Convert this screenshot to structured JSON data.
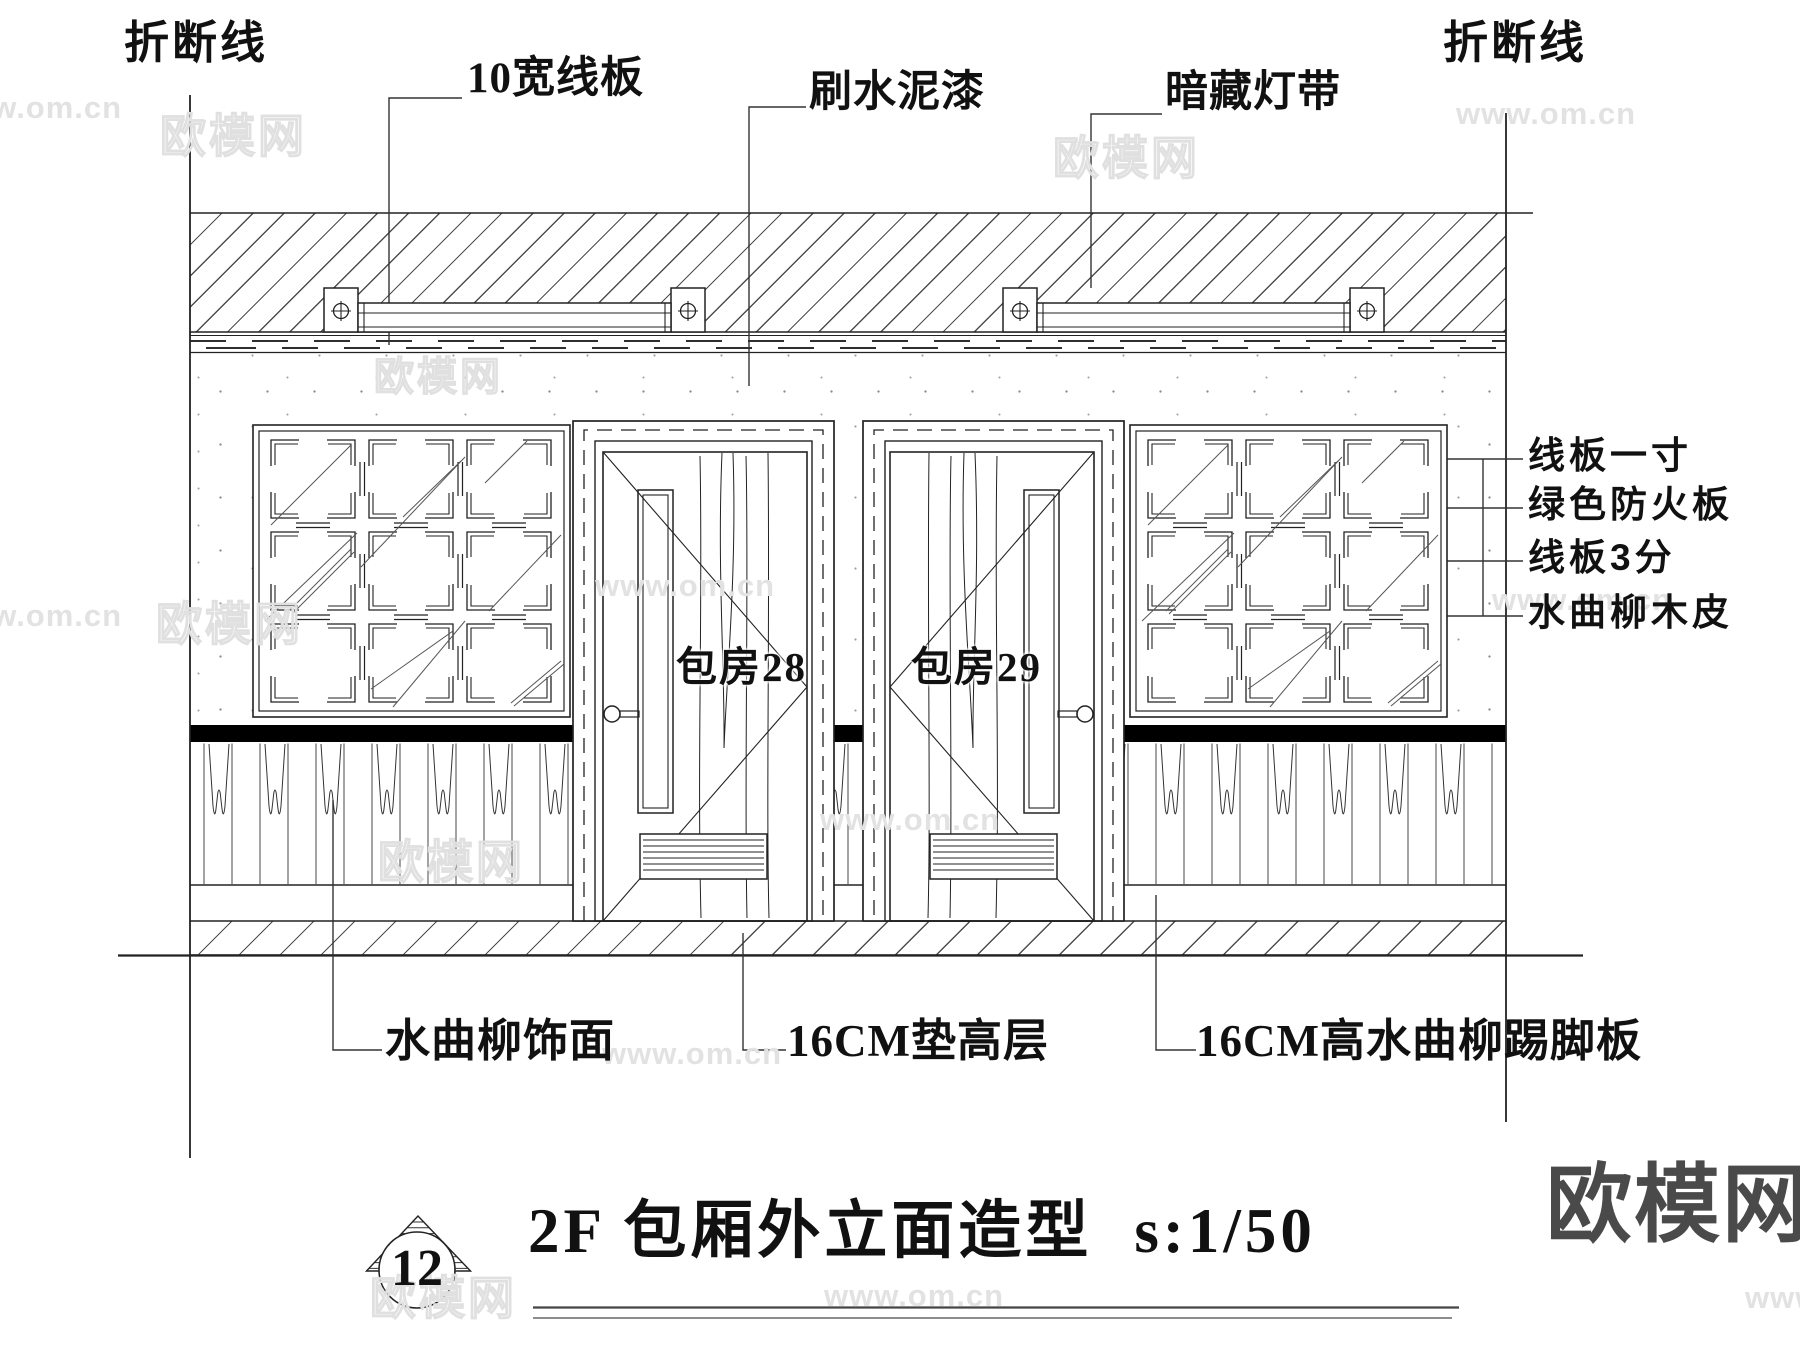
{
  "drawing": {
    "break_line_left": "折断线",
    "break_line_right": "折断线",
    "callouts_top": [
      {
        "label": "10宽线板"
      },
      {
        "label": "刷水泥漆"
      },
      {
        "label": "暗藏灯带"
      }
    ],
    "callouts_right": [
      "线板一寸",
      "绿色防火板",
      "线板3分",
      "水曲柳木皮"
    ],
    "callouts_bottom": [
      "水曲柳饰面",
      "16CM垫高层",
      "16CM高水曲柳踢脚板"
    ],
    "doors": [
      {
        "label": "包房28"
      },
      {
        "label": "包房29"
      }
    ]
  },
  "title_block": {
    "number": "12",
    "title": "2F 包厢外立面造型",
    "scale": "s:1/50"
  },
  "watermark": {
    "site_name": "欧模网",
    "site_url": "www.om.cn"
  },
  "logo": {
    "text": "欧模网",
    "color": "#4a4a4a"
  },
  "colors": {
    "line": "#222222",
    "band_black": "#000000",
    "hatch": "#4d4d4d"
  }
}
